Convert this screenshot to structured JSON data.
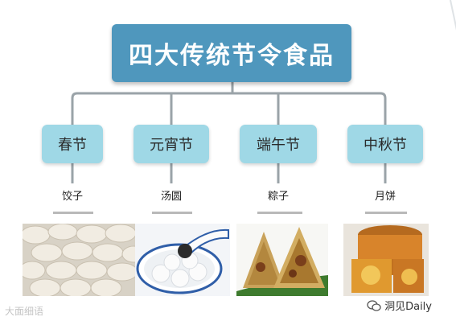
{
  "title": "四大传统节令食品",
  "festivals": [
    {
      "name": "春节",
      "food": "饺子"
    },
    {
      "name": "元宵节",
      "food": "汤圆"
    },
    {
      "name": "端午节",
      "food": "粽子"
    },
    {
      "name": "中秋节",
      "food": "月饼"
    }
  ],
  "footer": {
    "left_watermark": "大面细语",
    "right_account": "洞见Daily"
  },
  "colors": {
    "title_bg": "#4f97bd",
    "festival_bg": "#9fd8e6",
    "connector": "#9aa3a8"
  },
  "icons": {
    "wechat": "wechat-icon"
  }
}
